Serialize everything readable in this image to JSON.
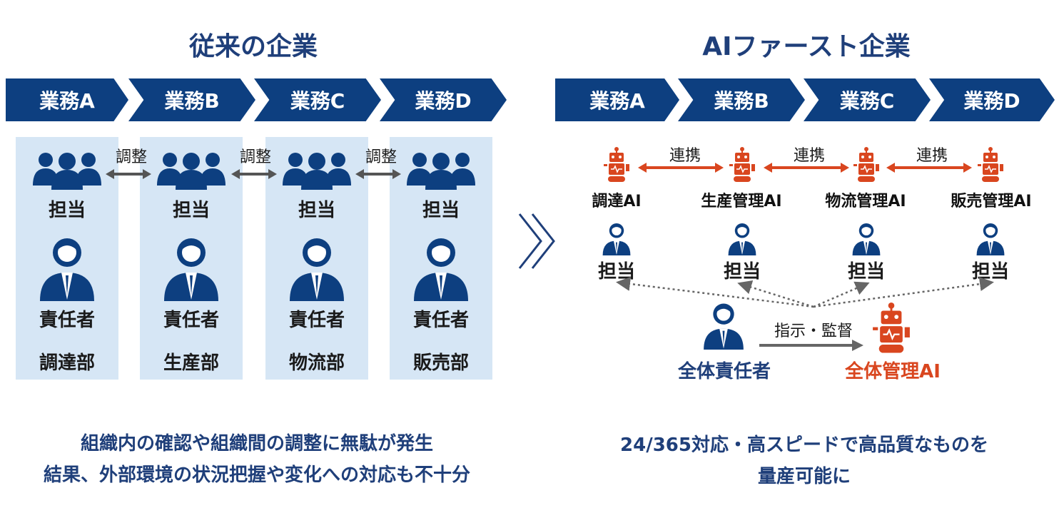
{
  "left": {
    "title": "従来の企業",
    "tasks": [
      "業務A",
      "業務B",
      "業務C",
      "業務D"
    ],
    "coordination": "調整",
    "role_staff": "担当",
    "role_manager": "責任者",
    "departments": [
      "調達部",
      "生産部",
      "物流部",
      "販売部"
    ],
    "summary_line1": "組織内の確認や組織間の調整に無駄が発生",
    "summary_line2": "結果、外部環境の状況把握や変化への対応も不十分"
  },
  "right": {
    "title": "AIファースト企業",
    "tasks": [
      "業務A",
      "業務B",
      "業務C",
      "業務D"
    ],
    "link_label": "連携",
    "ai_agents": [
      "調達AI",
      "生産管理AI",
      "物流管理AI",
      "販売管理AI"
    ],
    "role_staff": "担当",
    "overall_manager": "全体責任者",
    "instruct_label": "指示・監督",
    "overall_ai": "全体管理AI",
    "summary_line1": "24/365対応・高スピードで高品質なものを",
    "summary_line2": "量産可能に"
  },
  "colors": {
    "navy": "#0d3f80",
    "panel": "#d6e6f5",
    "robot": "#d9461f",
    "arrow_gray": "#666666"
  },
  "icons": {
    "group": "people-group-icon",
    "person": "businessperson-icon",
    "robot": "robot-icon",
    "transition": "double-chevron-icon"
  }
}
